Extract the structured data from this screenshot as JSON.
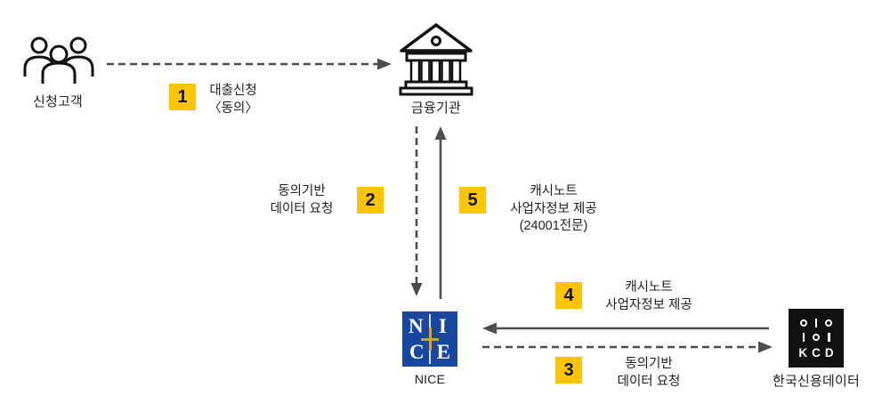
{
  "colors": {
    "badge": "#FFC400",
    "arrow": "#4d4d4d",
    "nice_blue": "#17479E",
    "nice_cross": "#C9A44C",
    "kcd_black": "#111111"
  },
  "nodes": {
    "applicant": {
      "label": "신청고객",
      "icon": "people-group-icon"
    },
    "bank": {
      "label": "금융기관",
      "icon": "bank-icon"
    },
    "nice": {
      "label": "NICE",
      "letters": [
        "N",
        "I",
        "C",
        "E"
      ]
    },
    "kcd": {
      "label": "한국신용데이터",
      "logo_text": "KCD",
      "pattern": [
        "oio",
        "ioi"
      ]
    }
  },
  "steps": [
    {
      "num": "1",
      "lines": [
        "대출신청",
        "〈동의〉"
      ],
      "from": "신청고객",
      "to": "금융기관",
      "line_style": "dashed"
    },
    {
      "num": "2",
      "lines": [
        "동의기반",
        "데이터 요청"
      ],
      "from": "금융기관",
      "to": "NICE",
      "line_style": "dashed"
    },
    {
      "num": "3",
      "lines": [
        "동의기반",
        "데이터 요청"
      ],
      "from": "NICE",
      "to": "한국신용데이터",
      "line_style": "dashed"
    },
    {
      "num": "4",
      "lines": [
        "캐시노트",
        "사업자정보 제공"
      ],
      "from": "한국신용데이터",
      "to": "NICE",
      "line_style": "solid"
    },
    {
      "num": "5",
      "lines": [
        "캐시노트",
        "사업자정보 제공",
        "(24001전문)"
      ],
      "from": "NICE",
      "to": "금융기관",
      "line_style": "solid"
    }
  ]
}
